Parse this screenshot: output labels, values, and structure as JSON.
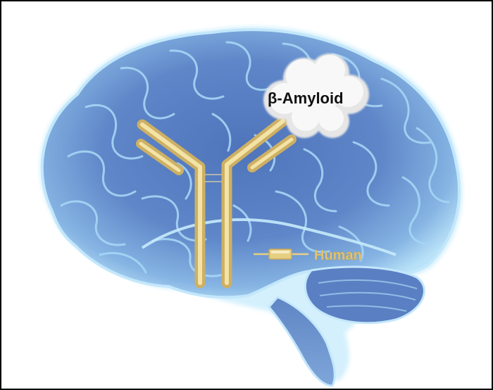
{
  "labels": {
    "antigen": "β-Amyloid",
    "antibody_region": "Human"
  },
  "colors": {
    "frame": "#000000",
    "brain_fill": "#5b82c6",
    "brain_light": "#a8d4f2",
    "brain_edge": "#bfe6fb",
    "antibody_gold": "#e6cf83",
    "antibody_light": "#f7ecc0",
    "cloud": "#f2f2f2",
    "label_text": "#111111",
    "human_text": "#e2c676"
  },
  "icons": {
    "brain": "brain-illustration",
    "antibody": "y-shaped-antibody-icon",
    "cloud": "amyloid-cloud-icon",
    "segment": "capsule-marker-icon"
  }
}
